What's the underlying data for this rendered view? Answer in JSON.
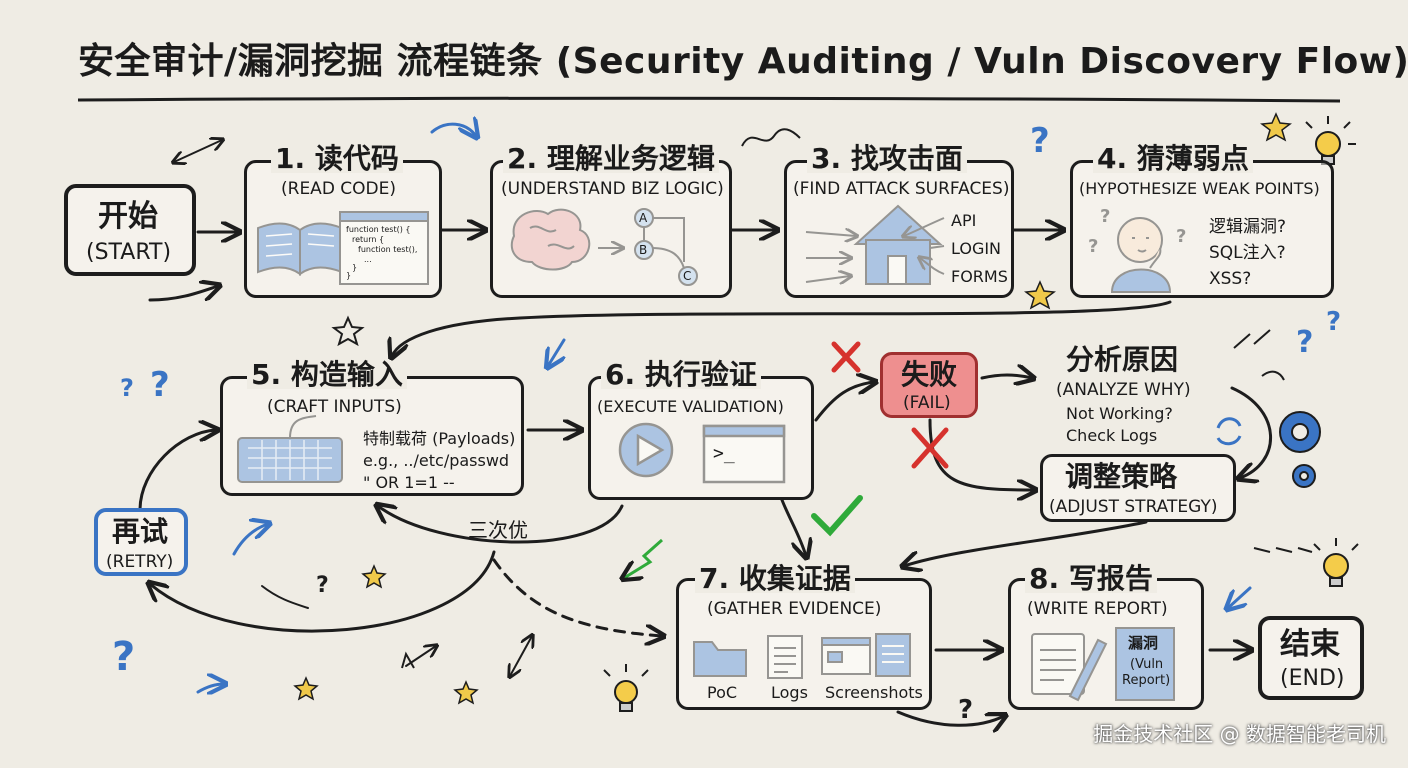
{
  "title": "安全审计/漏洞挖掘 流程链条 (Security Auditing / Vuln Discovery Flow)",
  "colors": {
    "ink": "#1d1d1d",
    "blue": "#3a74c4",
    "fail_red": "#ee8f8f",
    "check_green": "#2faa3a",
    "cross_red": "#d6322d",
    "paper": "#efece4"
  },
  "start": {
    "zh": "开始",
    "en": "(START)"
  },
  "step1": {
    "zh": "1. 读代码",
    "en": "(READ CODE)",
    "code": [
      "function test() {",
      "return {",
      "function test(),",
      "...",
      "}",
      "}"
    ],
    "icons": [
      "book-icon",
      "code-window-icon"
    ]
  },
  "step2": {
    "zh": "2. 理解业务逻辑",
    "en": "(UNDERSTAND BIZ LOGIC)",
    "nodes": [
      "A",
      "B",
      "C"
    ],
    "icons": [
      "brain-icon",
      "flow-graph-icon"
    ]
  },
  "step3": {
    "zh": "3. 找攻击面",
    "en": "(FIND ATTACK SURFACES)",
    "labels": [
      "API",
      "LOGIN",
      "FORMS"
    ],
    "icons": [
      "house-icon"
    ]
  },
  "step4": {
    "zh": "4. 猜薄弱点",
    "en": "(HYPOTHESIZE WEAK POINTS)",
    "guesses": [
      "逻辑漏洞?",
      "SQL注入?",
      "XSS?"
    ],
    "icons": [
      "thinking-person-icon",
      "lightbulb-icon"
    ]
  },
  "step5": {
    "zh": "5. 构造输入",
    "en": "(CRAFT INPUTS)",
    "lines": [
      "特制载荷 (Payloads)",
      "e.g., ../etc/passwd",
      "\" OR 1=1 --"
    ],
    "icons": [
      "keyboard-icon"
    ]
  },
  "step6": {
    "zh": "6. 执行验证",
    "en": "(EXECUTE VALIDATION)",
    "terminal": ">_",
    "icons": [
      "play-icon",
      "terminal-icon"
    ]
  },
  "fail": {
    "zh": "失败",
    "en": "(FAIL)"
  },
  "analyze": {
    "zh": "分析原因",
    "en": "(ANALYZE WHY)",
    "notes": [
      "Not Working?",
      "Check Logs"
    ]
  },
  "adjust": {
    "zh": "调整策略",
    "en": "(ADJUST STRATEGY)",
    "icons": [
      "gear-icon"
    ]
  },
  "retry": {
    "zh": "再试",
    "en": "(RETRY)"
  },
  "loop_label": "三次优",
  "step7": {
    "zh": "7. 收集证据",
    "en": "(GATHER EVIDENCE)",
    "items": [
      "PoC",
      "Logs",
      "Screenshots"
    ],
    "icons": [
      "folder-icon",
      "document-icon",
      "screenshots-icon"
    ]
  },
  "step8": {
    "zh": "8. 写报告",
    "en": "(WRITE REPORT)",
    "report": [
      "漏洞",
      "(Vuln",
      "Report)"
    ],
    "icons": [
      "notepad-pen-icon",
      "report-icon"
    ]
  },
  "end": {
    "zh": "结束",
    "en": "(END)"
  },
  "watermark": "掘金技术社区 @ 数据智能老司机"
}
